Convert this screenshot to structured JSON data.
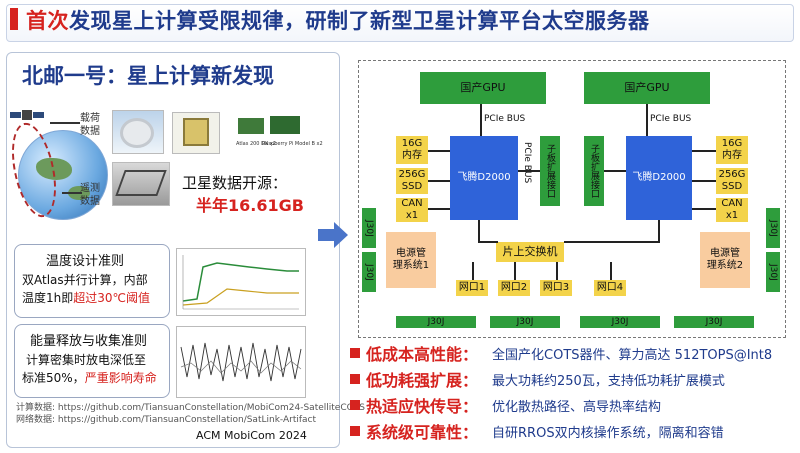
{
  "title": {
    "highlight": "首次",
    "rest": "发现星上计算受限规律，研制了新型卫星计算平台太空服务器"
  },
  "left": {
    "heading": "北邮一号：星上计算新发现",
    "label_load": "载荷\n数据",
    "label_remote": "遥测\n数据",
    "thumb_captions": [
      "Atlas 200 DK x2",
      "Raspberry Pi Model B x2"
    ],
    "open_data_label": "卫星数据开源：",
    "open_data_value": "半年16.61GB",
    "card1": {
      "title": "温度设计准则",
      "line1": "双Atlas并行计算，内部",
      "line2_prefix": "温度1h即",
      "line2_red": "超过30℃阈值"
    },
    "card2": {
      "title": "能量释放与收集准则",
      "line1": "计算密集时放电深低至",
      "line2_prefix": "标准50%，",
      "line2_red": "严重影响寿命"
    },
    "links": {
      "line1": "计算数据: https://github.com/TiansuanConstellation/MobiCom24-SatelliteCOTS",
      "line2": "网络数据: https://github.com/TiansuanConstellation/SatLink-Artifact"
    },
    "venue": "ACM MobiCom 2024"
  },
  "diagram": {
    "gpu_left": "国产GPU",
    "gpu_right": "国产GPU",
    "pcie_left": "PCIe BUS",
    "pcie_right": "PCIe BUS",
    "pcie_vertical": "PCIe BUS",
    "cpu_left": "飞腾D2000",
    "cpu_right": "飞腾D2000",
    "mem_left": "16G\n内存",
    "mem_right": "16G\n内存",
    "ssd_left": "256G\nSSD",
    "ssd_right": "256G\nSSD",
    "can_left": "CAN\nx1",
    "can_right": "CAN\nx1",
    "sub_left": "子板扩展接口",
    "sub_right": "子板扩展接口",
    "switch": "片上交换机",
    "power_left": "电源管\n理系统1",
    "power_right": "电源管\n理系统2",
    "net_ports": [
      "网口1",
      "网口2",
      "网口3",
      "网口4"
    ],
    "j30": "J30J",
    "j30_bottom": "J30J"
  },
  "bullets": [
    {
      "head": "低成本高性能：",
      "desc": "全国产化COTS器件、算力高达 512TOPS@Int8"
    },
    {
      "head": "低功耗强扩展：",
      "desc": "最大功耗约250瓦，支持低功耗扩展模式"
    },
    {
      "head": "热适应快传导：",
      "desc": "优化散热路径、高导热率结构"
    },
    {
      "head": "系统级可靠性：",
      "desc": "自研RROS双内核操作系统，隔离和容错"
    }
  ],
  "colors": {
    "accent_red": "#d6231f",
    "title_blue": "#1f3b8c",
    "block_green": "#2e9d3c",
    "cpu_blue": "#2f63d9",
    "mem_yellow": "#f3d34a",
    "power_peach": "#f9cc9f"
  }
}
